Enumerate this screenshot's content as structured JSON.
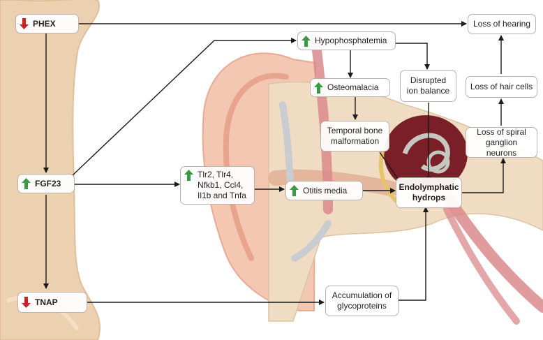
{
  "colors": {
    "up_arrow": "#3a9a44",
    "down_arrow": "#c8252b",
    "bone": "#ecd1b1",
    "ear_skin": "#f3c7b2",
    "inner_ear": "#7a1f28",
    "line": "#1a1a1a"
  },
  "nodes": {
    "phex": {
      "label": "PHEX",
      "indicator": "down"
    },
    "fgf23": {
      "label": "FGF23",
      "indicator": "up"
    },
    "tnap": {
      "label": "TNAP",
      "indicator": "down"
    },
    "hypophosphatemia": {
      "label": "Hypophosphatemia",
      "indicator": "up"
    },
    "osteomalacia": {
      "label": "Osteomalacia",
      "indicator": "up"
    },
    "disrupted_ion_balance": {
      "label": "Disrupted\nion balance"
    },
    "temporal_bone_malformation": {
      "label": "Temporal bone\nmalformation"
    },
    "cytokines": {
      "label": "Tlr2, Tlr4,\nNfkb1, Ccl4,\nIl1b and Tnfa",
      "indicator": "up"
    },
    "otitis_media": {
      "label": "Otitis media",
      "indicator": "up"
    },
    "endolymphatic_hydrops": {
      "label": "Endolymphatic\nhydrops"
    },
    "accumulation_of_glycoproteins": {
      "label": "Accumulation of\nglycoproteins"
    },
    "loss_of_spiral_ganglion_neurons": {
      "label": "Loss of spiral\nganglion neurons"
    },
    "loss_of_hair_cells": {
      "label": "Loss of hair cells"
    },
    "loss_of_hearing": {
      "label": "Loss of hearing"
    }
  }
}
